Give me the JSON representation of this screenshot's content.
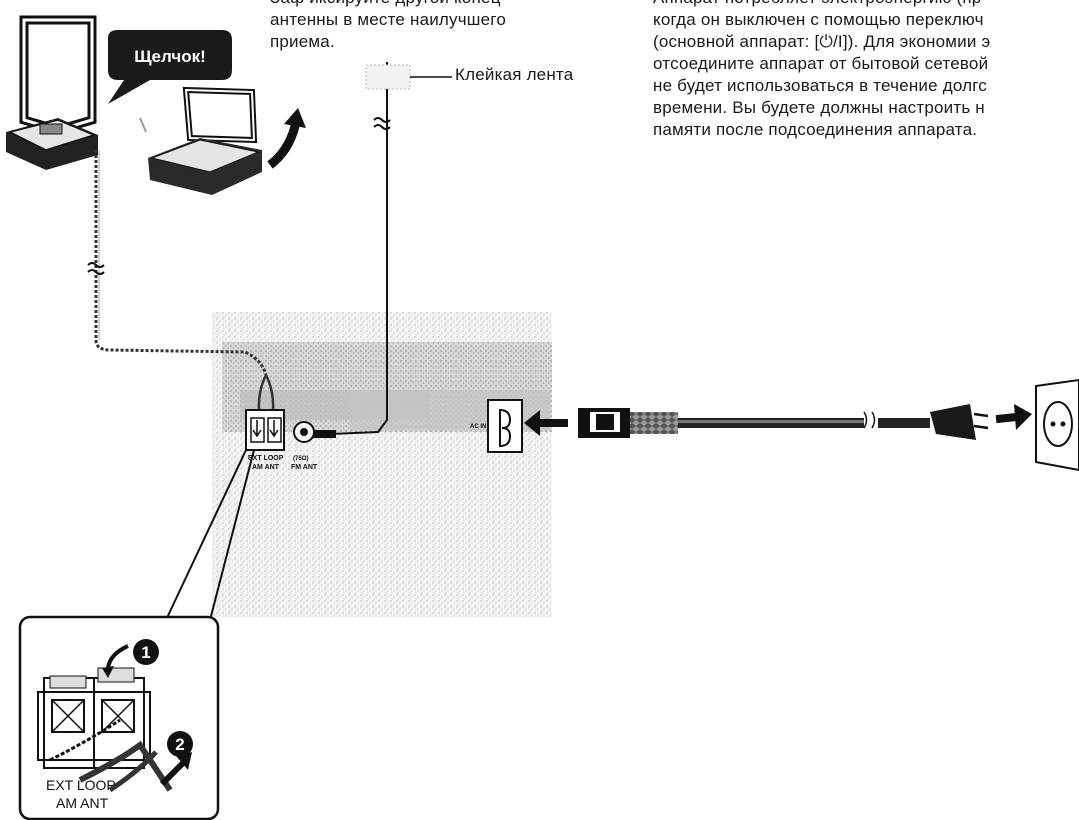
{
  "left_text": {
    "lines": [
      "Заф иксируйте другой конец",
      "антенны в месте наилучшего",
      "приема."
    ]
  },
  "right_text": {
    "lines": [
      "Аппарат потребляет электроэнергию (пр",
      "когда он выключен с помощью переключ",
      "(основной аппарат: [⏻/I]). Для экономии э",
      "отсоедините аппарат от бытовой сетевой",
      "не будет использоваться в течение долгс",
      "времени. Вы будете должны настроить н",
      "памяти после подсоединения аппарата."
    ]
  },
  "callouts": {
    "click": "Щелчок!",
    "tape": "Клейкая лента"
  },
  "panel_labels": {
    "ac_in": "AC IN",
    "ext_loop": "EXT LOOP",
    "am_ant": "AM ANT",
    "fm_ant": "FM ANT",
    "fm_ohm": "(75Ω)"
  },
  "inset": {
    "step1": "1",
    "step2": "2",
    "ext_loop": "EXT LOOP",
    "am_ant": "AM ANT"
  }
}
